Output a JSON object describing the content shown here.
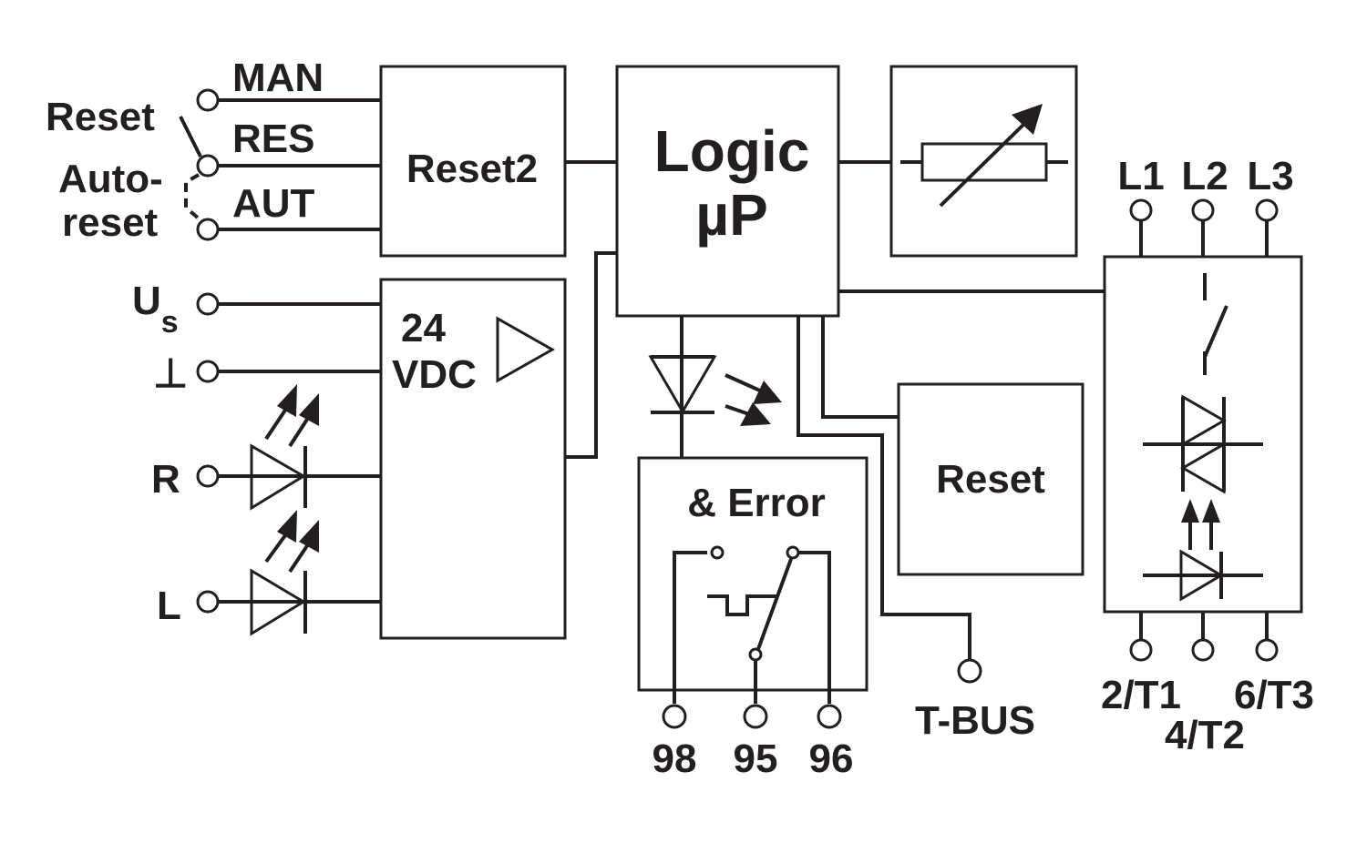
{
  "diagram": {
    "blocks": {
      "reset2": "Reset2",
      "logic_line1": "Logic",
      "logic_line2": "µP",
      "power_line1": "24",
      "power_line2": "VDC",
      "error": "& Error",
      "reset": "Reset"
    },
    "left_labels": {
      "reset": "Reset",
      "auto_line1": "Auto-",
      "auto_line2": "reset",
      "man": "MAN",
      "res": "RES",
      "aut": "AUT",
      "us_main": "U",
      "us_sub": "s",
      "ground": "⊥",
      "r": "R",
      "l": "L"
    },
    "top_terminals": [
      "L1",
      "L2",
      "L3"
    ],
    "bottom_terminals": {
      "t1": "2/T1",
      "t2": "4/T2",
      "t3": "6/T3"
    },
    "relay_terminals": [
      "98",
      "95",
      "96"
    ],
    "tbus": "T-BUS",
    "line_color": "#231f20"
  }
}
